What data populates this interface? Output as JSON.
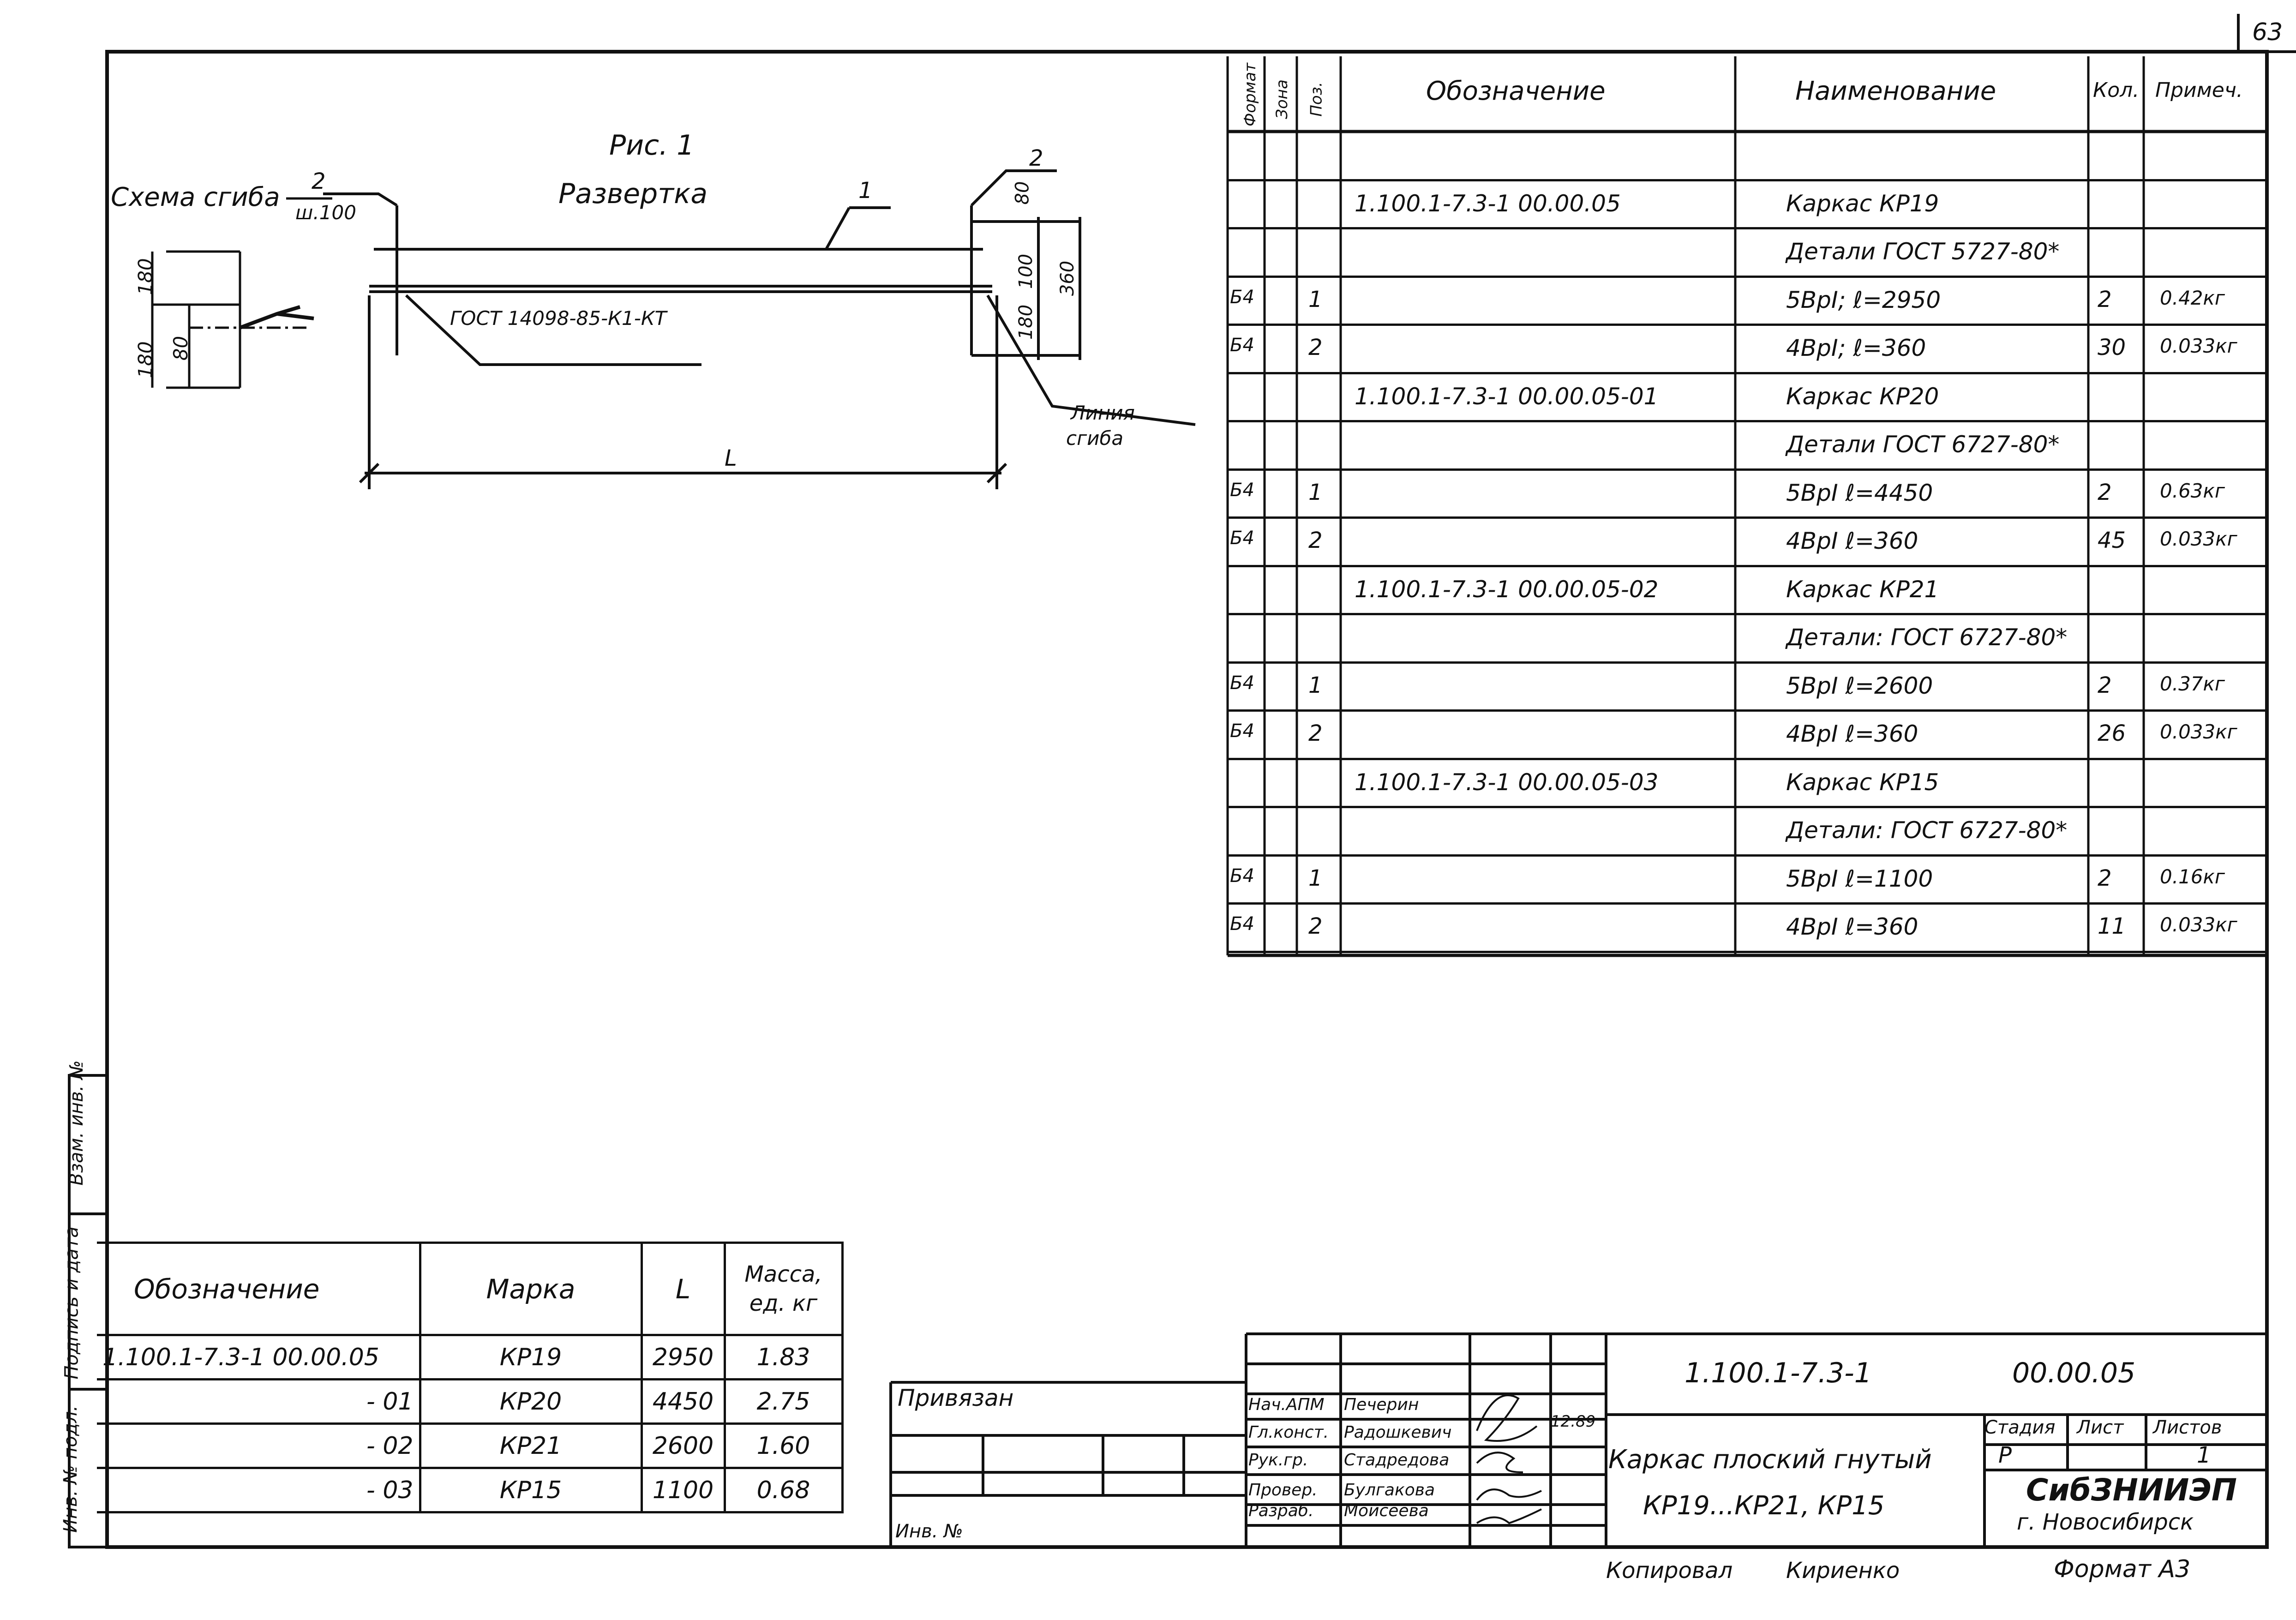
{
  "sheet_number": "63",
  "figure": {
    "title": "Рис. 1",
    "subtitle": "Развертка",
    "bend_scheme_label": "Схема сгиба",
    "bend_callout_num": "2",
    "bend_callout_spacing": "ш.100",
    "callout_1": "1",
    "callout_2": "2",
    "gost_note": "ГОСТ 14098-85-К1-КТ",
    "bend_line_label_1": "Линия",
    "bend_line_label_2": "сгиба",
    "length_label": "L",
    "dims": {
      "d180a": "180",
      "d180b": "180",
      "d80": "80",
      "d80r": "80",
      "d100": "100",
      "d180r": "180",
      "d360": "360"
    }
  },
  "spec_table": {
    "headers": {
      "format": "Формат",
      "zone": "Зона",
      "pos": "Поз.",
      "designation": "Обозначение",
      "name": "Наименование",
      "qty": "Кол.",
      "note": "Примеч."
    },
    "rows": [
      {
        "format": "",
        "zone": "",
        "pos": "",
        "designation": "",
        "name": "",
        "qty": "",
        "note": ""
      },
      {
        "format": "",
        "zone": "",
        "pos": "",
        "designation": "1.100.1-7.3-1  00.00.05",
        "name": "Каркас  КР19",
        "qty": "",
        "note": ""
      },
      {
        "format": "",
        "zone": "",
        "pos": "",
        "designation": "",
        "name": "Детали  ГОСТ 5727-80*",
        "qty": "",
        "note": ""
      },
      {
        "format": "Б4",
        "zone": "",
        "pos": "1",
        "designation": "",
        "name": "5ВрI;   ℓ=2950",
        "qty": "2",
        "note": "0.42кг"
      },
      {
        "format": "Б4",
        "zone": "",
        "pos": "2",
        "designation": "",
        "name": "4ВрI;   ℓ=360",
        "qty": "30",
        "note": "0.033кг"
      },
      {
        "format": "",
        "zone": "",
        "pos": "",
        "designation": "1.100.1-7.3-1   00.00.05-01",
        "name": "Каркас  КР20",
        "qty": "",
        "note": ""
      },
      {
        "format": "",
        "zone": "",
        "pos": "",
        "designation": "",
        "name": "Детали  ГОСТ 6727-80*",
        "qty": "",
        "note": ""
      },
      {
        "format": "Б4",
        "zone": "",
        "pos": "1",
        "designation": "",
        "name": "5ВрI    ℓ=4450",
        "qty": "2",
        "note": "0.63кг"
      },
      {
        "format": "Б4",
        "zone": "",
        "pos": "2",
        "designation": "",
        "name": "4ВрI    ℓ=360",
        "qty": "45",
        "note": "0.033кг"
      },
      {
        "format": "",
        "zone": "",
        "pos": "",
        "designation": "1.100.1-7.3-1  00.00.05-02",
        "name": "Каркас  КР21",
        "qty": "",
        "note": ""
      },
      {
        "format": "",
        "zone": "",
        "pos": "",
        "designation": "",
        "name": "Детали:  ГОСТ 6727-80*",
        "qty": "",
        "note": ""
      },
      {
        "format": "Б4",
        "zone": "",
        "pos": "1",
        "designation": "",
        "name": "5ВрI     ℓ=2600",
        "qty": "2",
        "note": "0.37кг"
      },
      {
        "format": "Б4",
        "zone": "",
        "pos": "2",
        "designation": "",
        "name": "4ВрI     ℓ=360",
        "qty": "26",
        "note": "0.033кг"
      },
      {
        "format": "",
        "zone": "",
        "pos": "",
        "designation": "1.100.1-7.3-1  00.00.05-03",
        "name": "Каркас  КР15",
        "qty": "",
        "note": ""
      },
      {
        "format": "",
        "zone": "",
        "pos": "",
        "designation": "",
        "name": "Детали:  ГОСТ 6727-80*",
        "qty": "",
        "note": ""
      },
      {
        "format": "Б4",
        "zone": "",
        "pos": "1",
        "designation": "",
        "name": "5ВрI     ℓ=1100",
        "qty": "2",
        "note": "0.16кг"
      },
      {
        "format": "Б4",
        "zone": "",
        "pos": "2",
        "designation": "",
        "name": "4ВрI     ℓ=360",
        "qty": "11",
        "note": "0.033кг"
      }
    ]
  },
  "variants_table": {
    "headers": {
      "designation": "Обозначение",
      "mark": "Марка",
      "length": "L",
      "mass": "Масса, ед. кг"
    },
    "rows": [
      {
        "designation": "1.100.1-7.3-1  00.00.05",
        "mark": "КР19",
        "length": "2950",
        "mass": "1.83"
      },
      {
        "designation": "- 01",
        "mark": "КР20",
        "length": "4450",
        "mass": "2.75"
      },
      {
        "designation": "- 02",
        "mark": "КР21",
        "length": "2600",
        "mass": "1.60"
      },
      {
        "designation": "- 03",
        "mark": "КР15",
        "length": "1100",
        "mass": "0.68"
      }
    ]
  },
  "side_stamp": {
    "a": "Взам. инв. №",
    "b": "Подпись и дата",
    "c": "Инв. № подл."
  },
  "binding_box": {
    "label": "Привязан",
    "inv": "Инв. №"
  },
  "title_block": {
    "doc_code": "1.100.1-7.3-1",
    "doc_suffix": "00.00.05",
    "title_line1": "Каркас плоский гнутый",
    "title_line2": "КР19...КР21, КР15",
    "stage_label": "Стадия",
    "sheet_label": "Лист",
    "sheets_label": "Листов",
    "stage": "Р",
    "sheet": "",
    "sheets": "1",
    "org": "СибЗНИИЭП",
    "city": "г. Новосибирск",
    "date": "12.89",
    "roles": [
      {
        "role": "Нач.АПМ",
        "name": "Печерин"
      },
      {
        "role": "Гл.конст.",
        "name": "Радошкевич"
      },
      {
        "role": "Рук.гр.",
        "name": "Стадредова"
      },
      {
        "role": "Провер.",
        "name": "Булгакова"
      },
      {
        "role": "Разраб.",
        "name": "Моисеева"
      }
    ],
    "copied_label": "Копировал",
    "copied_name": "Кириенко",
    "format_label": "Формат А3"
  }
}
